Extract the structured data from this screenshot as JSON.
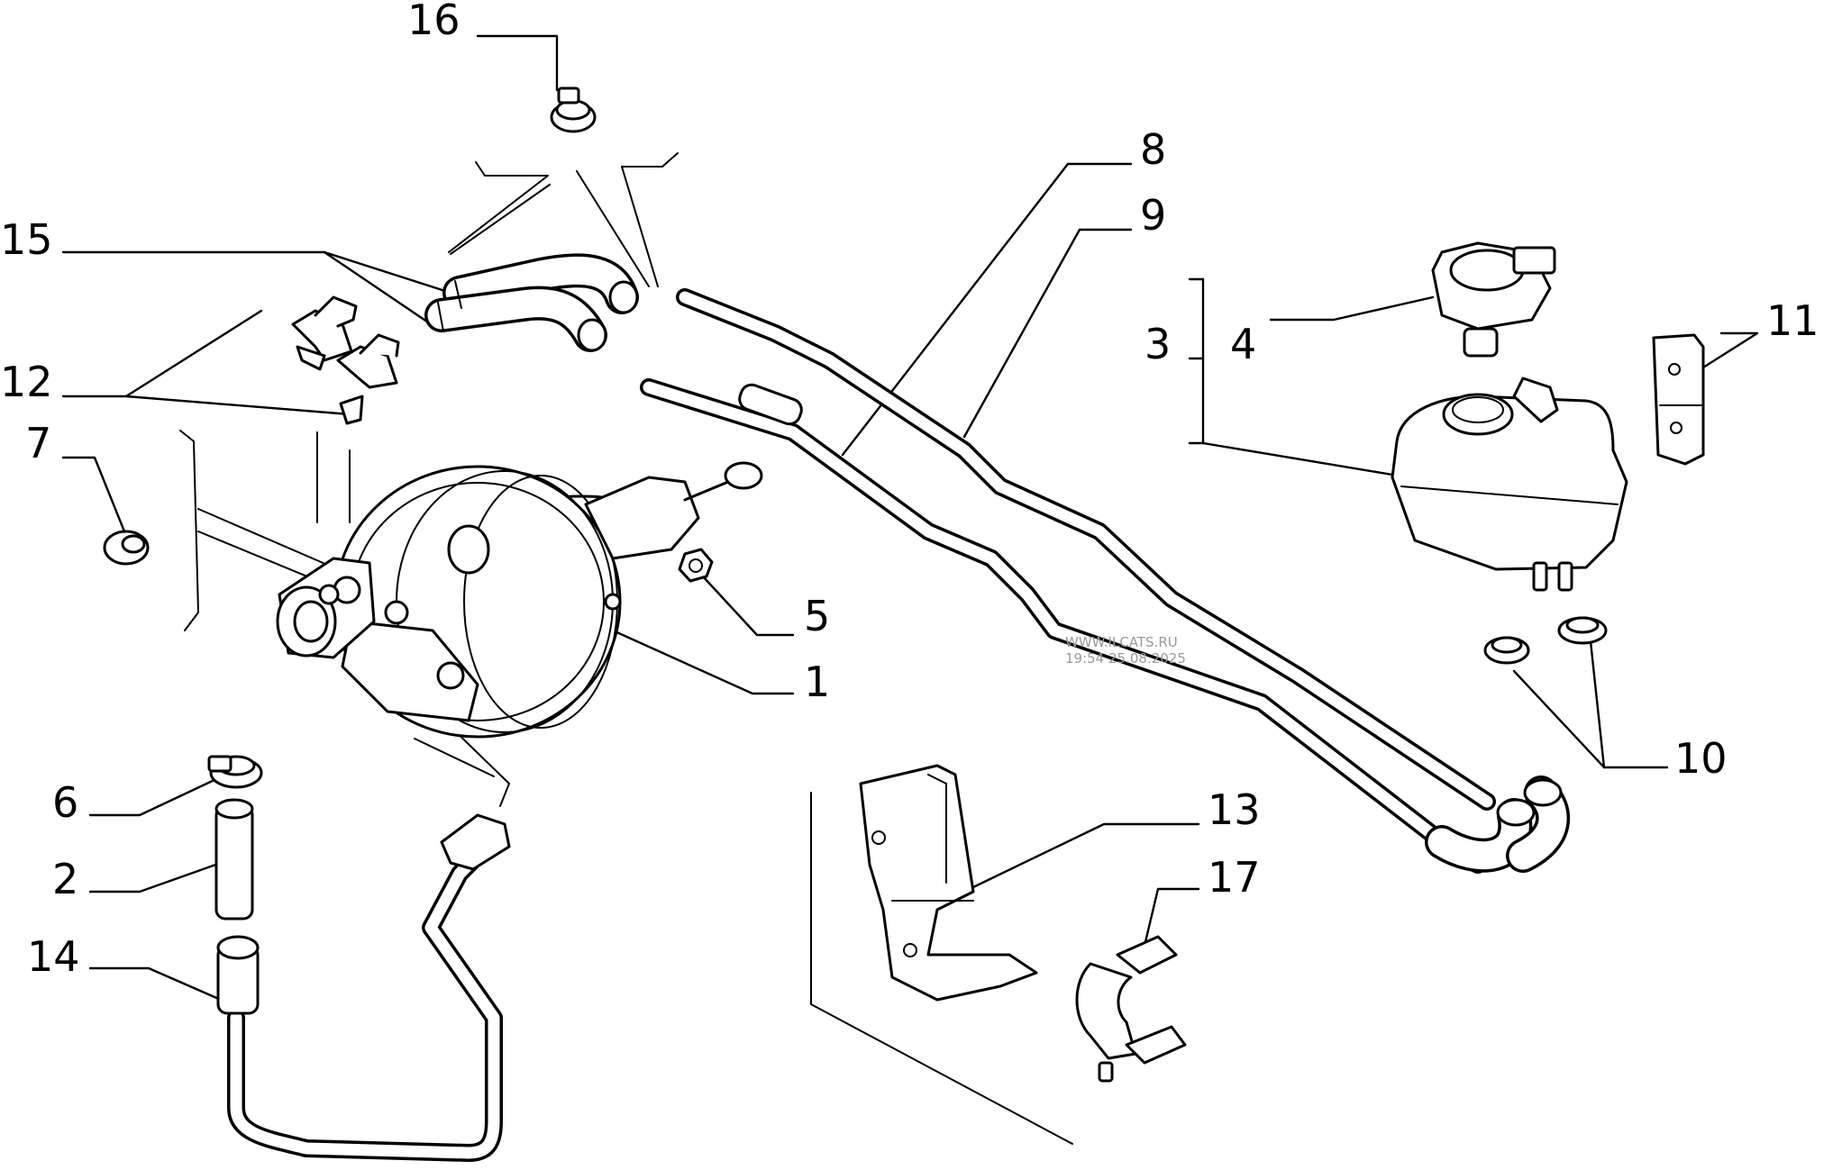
{
  "callouts": {
    "c1": "1",
    "c2": "2",
    "c3": "3",
    "c4": "4",
    "c5": "5",
    "c6": "6",
    "c7": "7",
    "c8": "8",
    "c9": "9",
    "c10": "10",
    "c11": "11",
    "c12": "12",
    "c13": "13",
    "c14": "14",
    "c15": "15",
    "c16": "16",
    "c17": "17"
  },
  "watermark": {
    "line1": "WWW.ILCATS.RU",
    "line2": "19:54 25.08.2025"
  }
}
